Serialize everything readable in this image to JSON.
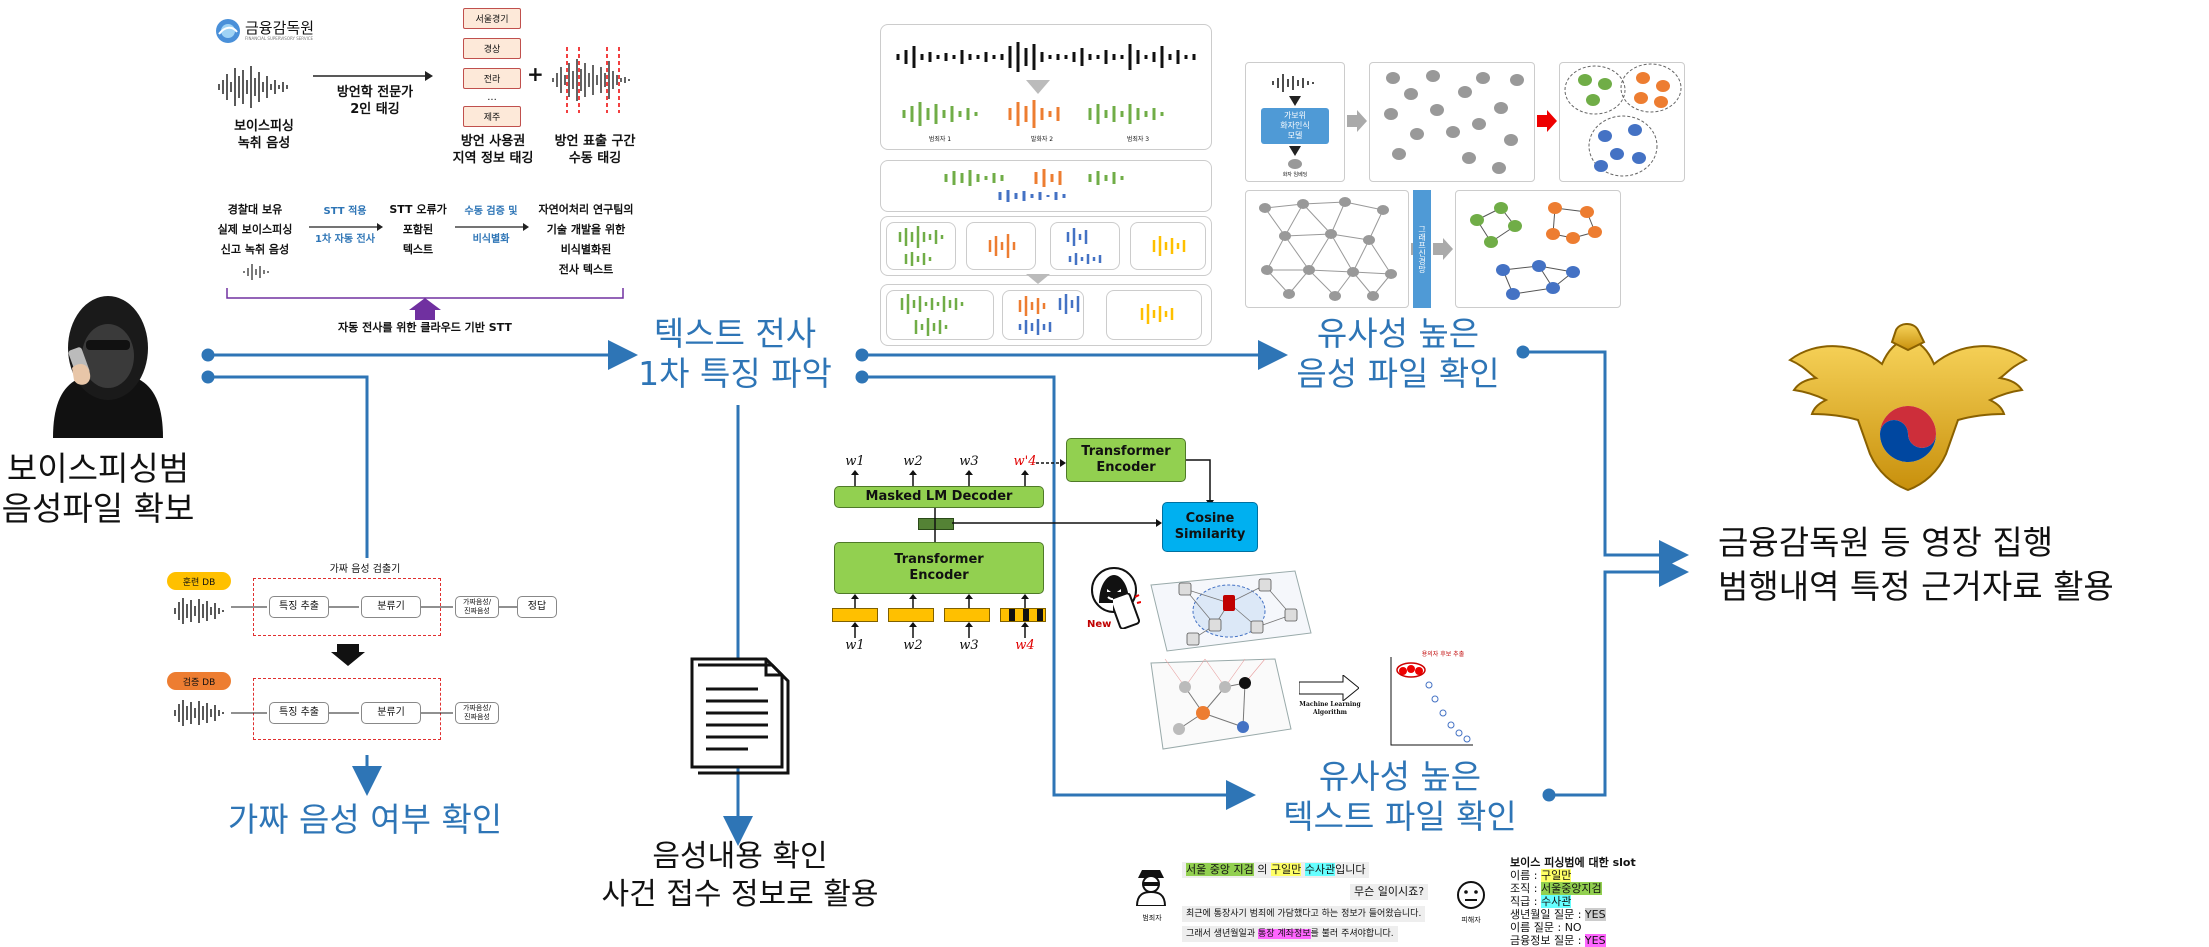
{
  "main_labels": {
    "secure_voice": "보이스피싱범\n음성파일 확보",
    "text_transcription": "텍스트 전사\n1차 특징 파악",
    "similar_voice": "유사성 높은\n음성 파일 확인",
    "similar_text": "유사성 높은\n텍스트 파일 확인",
    "fake_voice": "가짜 음성 여부 확인",
    "voice_content": "음성내용 확인\n사건 접수 정보로 활용",
    "final_action": "금융감독원 등 영장 집행\n범행내역 특정 근거자료 활용"
  },
  "fss_panel": {
    "logo_text": "금융감독원",
    "logo_subtext": "FINANCIAL SUPERVISORY SERVICE",
    "voice_caption": "보이스피싱\n녹취 음성",
    "arrow_caption": "방언학 전문가\n2인 태깅",
    "dialects": [
      "서울경기",
      "경상",
      "전라",
      "...",
      "제주"
    ],
    "plus": "+",
    "region_caption": "방언 사용권\n지역 정보 태깅",
    "segment_caption": "방언 표출 구간\n수동 태깅"
  },
  "stt_panel": {
    "source": "경찰대 보유\n실제 보이스피싱\n신고 녹취 음성",
    "step1_top": "STT 적용",
    "step1_bottom": "1차 자동 전사",
    "stt_error": "STT 오류가\n포함된\n텍스트",
    "step2_top": "수동 검증 및",
    "step2_bottom": "비식별화",
    "result": "자연어처리 연구팀의\n기술 개발을 위한\n비식별화된\n전사 텍스트",
    "cloud_caption": "자동 전사를 위한 클라우드 기반 STT"
  },
  "fake_panel": {
    "title": "가짜 음성 검출기",
    "train_db": "훈련 DB",
    "test_db": "검증 DB",
    "feature": "특징 추출",
    "classifier": "분류기",
    "output": "가짜음성/\n진짜음성",
    "answer": "정답"
  },
  "speaker_panel": {
    "speaker_labels": [
      "범죄자 1",
      "발화자 2",
      "범죄자 3"
    ]
  },
  "cluster_panel": {
    "model_label": "가보위\n화자인식\n모델",
    "vector_label": "화자 임베딩",
    "graph_label": "그래프신경망"
  },
  "nlp_panel": {
    "words_top": [
      "w1",
      "w2",
      "w3",
      "w'4"
    ],
    "words_bottom": [
      "w1",
      "w2",
      "w3",
      "w4"
    ],
    "decoder": "Masked LM Decoder",
    "encoder": "Transformer\nEncoder",
    "encoder2": "Transformer\nEncoder",
    "cosine": "Cosine\nSimilarity",
    "new_label": "New",
    "ml_label": "Machine Learning\nAlgorithm",
    "candidate_label": "용의자 후보 추출"
  },
  "dialogue": {
    "line1_pre": "서울 중앙 지검",
    "line1_mid": " 의 ",
    "line1_name": "구일만",
    "line1_role": "수사관",
    "line1_end": "입니다",
    "line2": "무슨 일이시죠?",
    "line3": "최근에 통장사기 범죄에 가담했다고 하는 정보가 들어왔습니다.",
    "line4_pre": "그래서 생년월일과 ",
    "line4_hl": "통장 계좌정보",
    "line4_end": "를 불러 주셔야합니다.",
    "criminal": "범죄자",
    "victim": "피해자"
  },
  "slots": {
    "title": "보이스 피싱범에 대한 slot",
    "items": [
      {
        "k": "이름 : ",
        "v": "구일만",
        "c": "y"
      },
      {
        "k": "조직 : ",
        "v": "서울중앙지검",
        "c": "g"
      },
      {
        "k": "직급 : ",
        "v": "수사관",
        "c": "c"
      },
      {
        "k": "생년월일 질문 : ",
        "v": "YES",
        "c": ""
      },
      {
        "k": "이름 질문 : ",
        "v": "NO",
        "c": ""
      },
      {
        "k": "금융정보 질문 : ",
        "v": "YES",
        "c": "m"
      }
    ]
  },
  "colors": {
    "flow_blue": "#2e75b6",
    "green": "#92d050",
    "cyan": "#00b0f0",
    "orange": "#ed7d31",
    "gold": "#d4a017"
  }
}
